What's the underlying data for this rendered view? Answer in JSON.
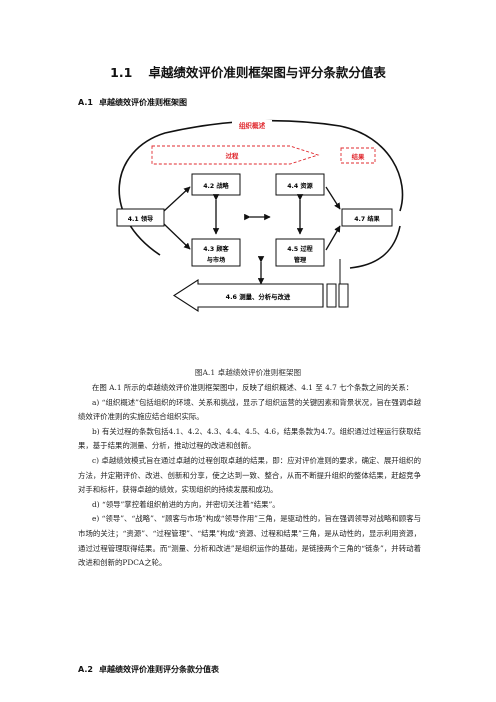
{
  "title": {
    "number": "1.1",
    "text": "卓越绩效评价准则框架图与评分条款分值表"
  },
  "section_a1": {
    "number": "A.1",
    "text": "卓越绩效评价准则框架图"
  },
  "diagram": {
    "profile": "组织概述",
    "process": "过程",
    "result": "结果",
    "strategy": "4.2 战略",
    "resources": "4.4 资源",
    "leadership": "4.1 领导",
    "results_box": "4.7 结果",
    "customer_line1": "4.3 顾客",
    "customer_line2": "与市场",
    "process_mgmt_line1": "4.5 过程",
    "process_mgmt_line2": "管理",
    "measurement": "4.6 测量、分析与改进",
    "colors": {
      "accent_red": "#e0282e",
      "line": "#111111"
    }
  },
  "caption": "图A.1  卓越绩效评价准则框架图",
  "paragraphs": [
    "在图 A.1 所示的卓越绩效评价准则框架图中，反映了组织概述、4.1 至 4.7 七个条款之间的关系：",
    "a) “组织概述”包括组织的环境、关系和挑战，显示了组织运营的关键因素和背景状况，旨在强调卓越绩效评价准则的实施应结合组织实际。",
    "b) 有关过程的条款包括4.1、4.2、4.3、4.4、4.5、4.6，结果条款为4.7。组织通过过程运行获取结果，基于结果的测量、分析，推动过程的改进和创新。",
    "c) 卓越绩效模式旨在通过卓越的过程创取卓越的结果，即：应对评价准则的要求，确定、展开组织的方法，并定期评价、改进、创新和分享，使之达到一致、整合，从而不断提升组织的整体结果，赶超竞争对手和标杆，获得卓越的绩效，实现组织的持续发展和成功。",
    "d) “领导”掌控着组织前进的方向，并密切关注着“结果”。",
    "e) “领导”、“战略”、“顾客与市场”构成“领导作用”三角，是驱动性的，旨在强调领导对战略和顾客与市场的关注；“资源”、“过程管理”、“结果”构成“资源、过程和结果”三角，是从动性的，显示利用资源，通过过程管理取得结果。而“测量、分析和改进”是组织运作的基础，是链接两个三角的“链条”，并转动着改进和创新的PDCA之轮。"
  ],
  "section_a2": {
    "number": "A.2",
    "text": "卓越绩效评价准则评分条款分值表"
  }
}
